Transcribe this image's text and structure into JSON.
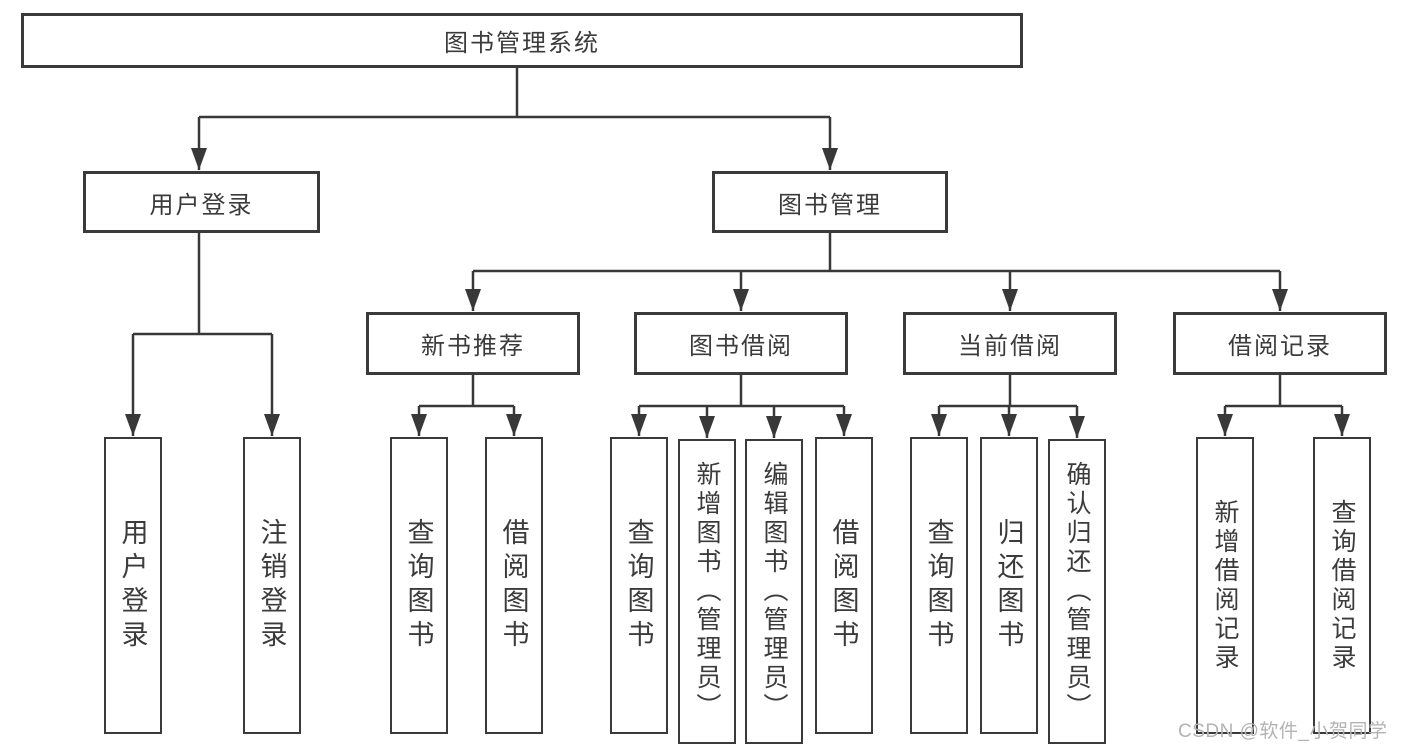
{
  "diagram": {
    "tree": {
      "label": "图书管理系统",
      "children": [
        {
          "label": "用户登录",
          "children": [
            {
              "label": "用户登录"
            },
            {
              "label": "注销登录"
            }
          ]
        },
        {
          "label": "图书管理",
          "children": [
            {
              "label": "新书推荐",
              "children": [
                {
                  "label": "查询图书"
                },
                {
                  "label": "借阅图书"
                }
              ]
            },
            {
              "label": "图书借阅",
              "children": [
                {
                  "label": "查询图书"
                },
                {
                  "label": "新增图书（管理员）"
                },
                {
                  "label": "编辑图书（管理员）"
                },
                {
                  "label": "借阅图书"
                }
              ]
            },
            {
              "label": "当前借阅",
              "children": [
                {
                  "label": "查询图书"
                },
                {
                  "label": "归还图书"
                },
                {
                  "label": "确认归还（管理员）"
                }
              ]
            },
            {
              "label": "借阅记录",
              "children": [
                {
                  "label": "新增借阅记录"
                },
                {
                  "label": "查询借阅记录"
                }
              ]
            }
          ]
        }
      ]
    },
    "watermark": {
      "text": "CSDN @软件_小贺同学"
    },
    "colors": {
      "line": "#383838",
      "box_border": "#3a3a3a",
      "text": "#3b3b3b",
      "watermark": "#b3b3b3",
      "background": "#ffffff"
    }
  }
}
